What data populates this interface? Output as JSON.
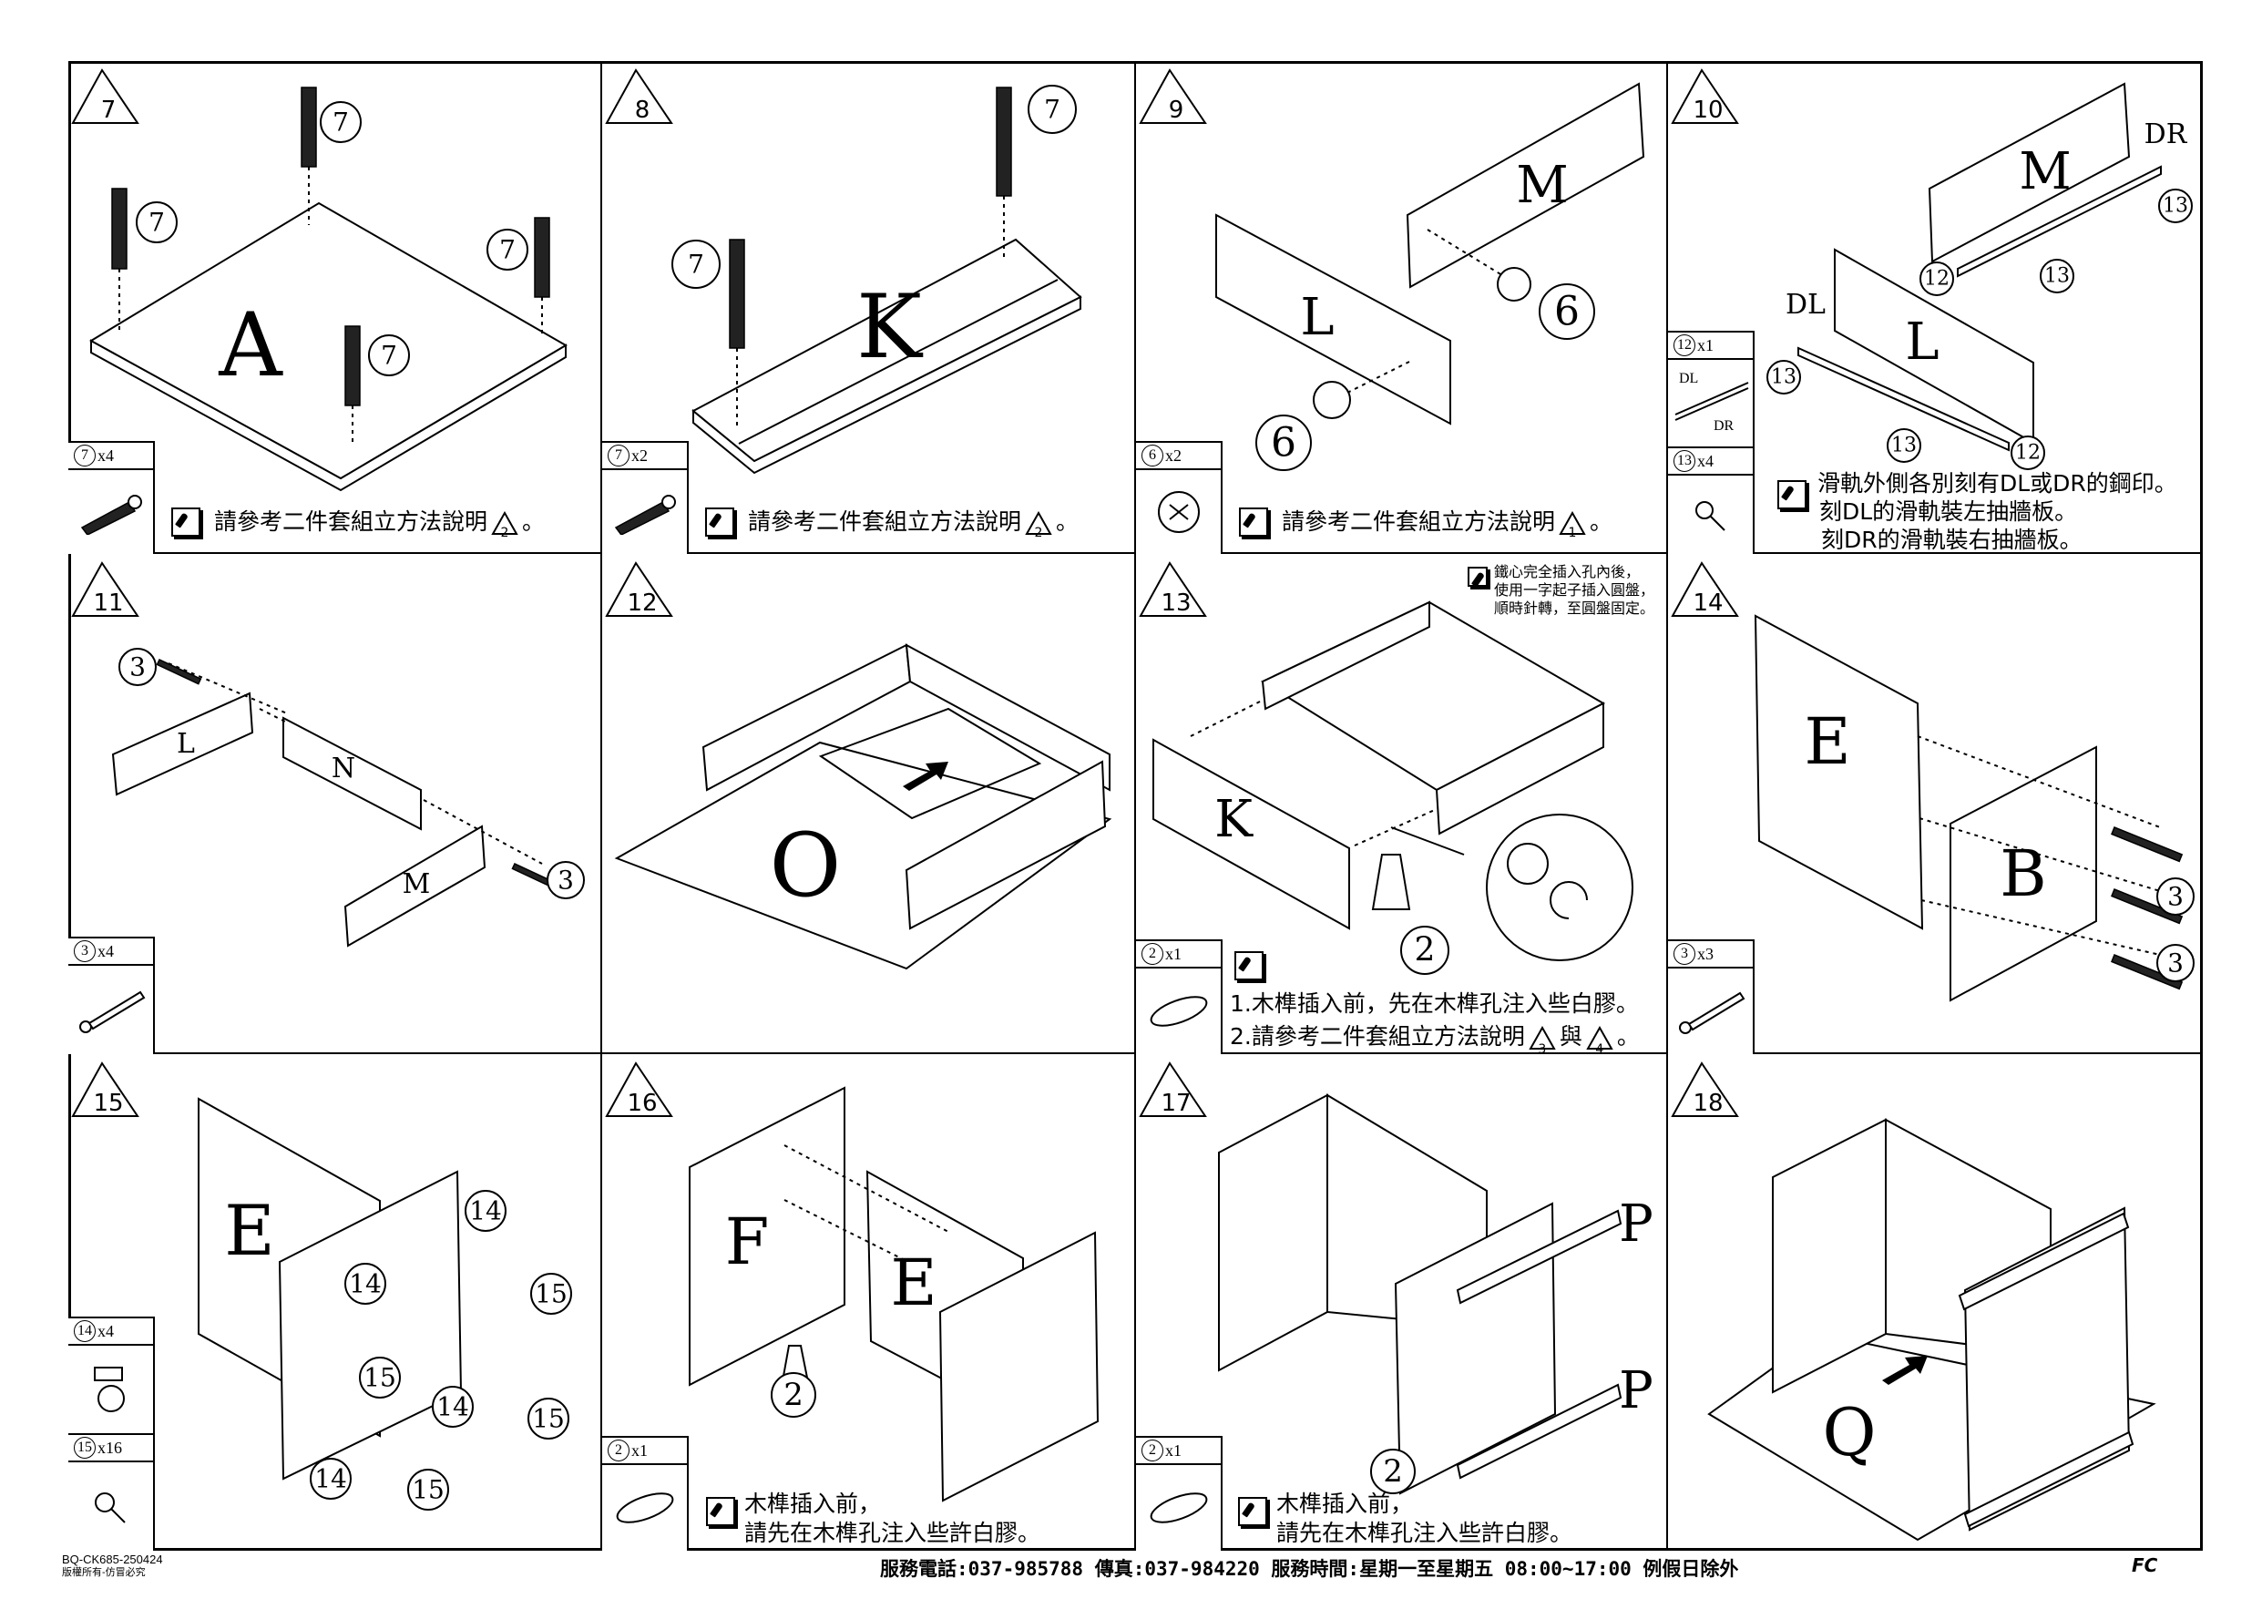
{
  "panels": {
    "p7": {
      "step": "7",
      "letter": "A",
      "callout": "7",
      "parts": [
        {
          "num": "7",
          "qty": "x4"
        }
      ],
      "note": {
        "text": "請參考二件套組立方法說明",
        "ref": "2",
        "end": "。"
      }
    },
    "p8": {
      "step": "8",
      "letter": "K",
      "callout": "7",
      "parts": [
        {
          "num": "7",
          "qty": "x2"
        }
      ],
      "note": {
        "text": "請參考二件套組立方法說明",
        "ref": "2",
        "end": "。"
      }
    },
    "p9": {
      "step": "9",
      "letters": [
        "M",
        "L"
      ],
      "callout": "6",
      "parts": [
        {
          "num": "6",
          "qty": "x2"
        }
      ],
      "note": {
        "text": "請參考二件套組立方法說明",
        "ref": "1",
        "end": "。"
      }
    },
    "p10": {
      "step": "10",
      "letters": [
        "M",
        "L",
        "DR",
        "DL"
      ],
      "callouts": [
        "13",
        "12"
      ],
      "parts": [
        {
          "num": "12",
          "qty": "x1",
          "sub": [
            "DL",
            "DR"
          ]
        },
        {
          "num": "13",
          "qty": "x4"
        }
      ],
      "note": {
        "lines": [
          "滑軌外側各別刻有DL或DR的鋼印。",
          "刻DL的滑軌裝左抽牆板。",
          "刻DR的滑軌裝右抽牆板。"
        ]
      }
    },
    "p11": {
      "step": "11",
      "letters": [
        "L",
        "N",
        "M"
      ],
      "callout": "3",
      "parts": [
        {
          "num": "3",
          "qty": "x4"
        }
      ]
    },
    "p12": {
      "step": "12",
      "letter": "O"
    },
    "p13": {
      "step": "13",
      "letter": "K",
      "callout": "2",
      "parts": [
        {
          "num": "2",
          "qty": "x1"
        }
      ],
      "tip": [
        "鐵心完全插入孔內後，",
        "使用一字起子插入圓盤，",
        "順時針轉，至圓盤固定。"
      ],
      "note": {
        "line1": "1.木榫插入前，先在木榫孔注入些白膠。",
        "line2": "2.請參考二件套組立方法說明",
        "ref1": "3",
        "and": "與",
        "ref2": "4",
        "end": "。"
      }
    },
    "p14": {
      "step": "14",
      "letters": [
        "E",
        "B"
      ],
      "callout": "3",
      "parts": [
        {
          "num": "3",
          "qty": "x3"
        }
      ]
    },
    "p15": {
      "step": "15",
      "letter": "E",
      "callouts": [
        "14",
        "15"
      ],
      "parts": [
        {
          "num": "14",
          "qty": "x4"
        },
        {
          "num": "15",
          "qty": "x16"
        }
      ]
    },
    "p16": {
      "step": "16",
      "letters": [
        "F",
        "E"
      ],
      "callout": "2",
      "parts": [
        {
          "num": "2",
          "qty": "x1"
        }
      ],
      "note": {
        "lines": [
          "木榫插入前，",
          "請先在木榫孔注入些許白膠。"
        ]
      }
    },
    "p17": {
      "step": "17",
      "letter": "P",
      "callout": "2",
      "parts": [
        {
          "num": "2",
          "qty": "x1"
        }
      ],
      "note": {
        "lines": [
          "木榫插入前，",
          "請先在木榫孔注入些許白膠。"
        ]
      }
    },
    "p18": {
      "step": "18",
      "letter": "Q"
    }
  },
  "footer": {
    "code": "BQ-CK685-250424",
    "copyright": "版權所有-仿冒必究",
    "service": "服務電話:037-985788  傳真:037-984220  服務時間:星期一至星期五 08:00~17:00 例假日除外",
    "logo": "FC"
  }
}
